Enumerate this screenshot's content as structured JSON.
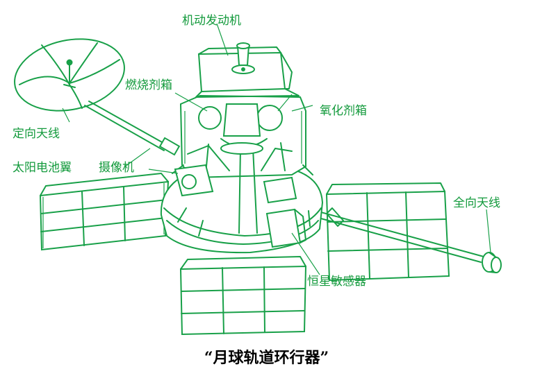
{
  "labels": {
    "engine": "机动发动机",
    "fuel_tank": "燃烧剂箱",
    "oxidizer_tank": "氧化剂箱",
    "directional_antenna": "定向天线",
    "solar_wing": "太阳电池翼",
    "camera": "摄像机",
    "omni_antenna": "全向天线",
    "star_sensor": "恒星敏感器"
  },
  "caption": "“月球轨道环行器”",
  "colors": {
    "line": "#18a048",
    "label": "#139a3c",
    "caption": "#000000"
  }
}
